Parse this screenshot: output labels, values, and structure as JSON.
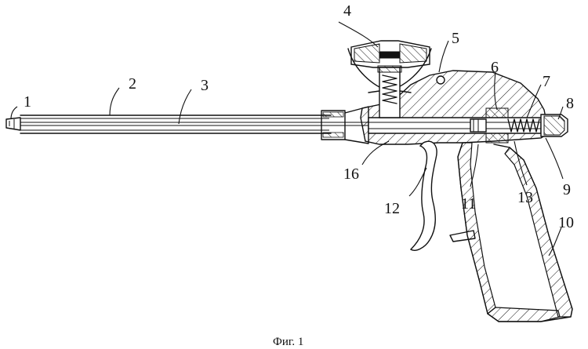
{
  "figure": {
    "caption": "Фиг. 1",
    "labels": [
      {
        "id": "1",
        "text": "1"
      },
      {
        "id": "2",
        "text": "2"
      },
      {
        "id": "3",
        "text": "3"
      },
      {
        "id": "4",
        "text": "4"
      },
      {
        "id": "5",
        "text": "5"
      },
      {
        "id": "6",
        "text": "6"
      },
      {
        "id": "7",
        "text": "7"
      },
      {
        "id": "8",
        "text": "8"
      },
      {
        "id": "9",
        "text": "9"
      },
      {
        "id": "10",
        "text": "10"
      },
      {
        "id": "11",
        "text": "11"
      },
      {
        "id": "12",
        "text": "12"
      },
      {
        "id": "13",
        "text": "13"
      },
      {
        "id": "16",
        "text": "16"
      }
    ]
  }
}
